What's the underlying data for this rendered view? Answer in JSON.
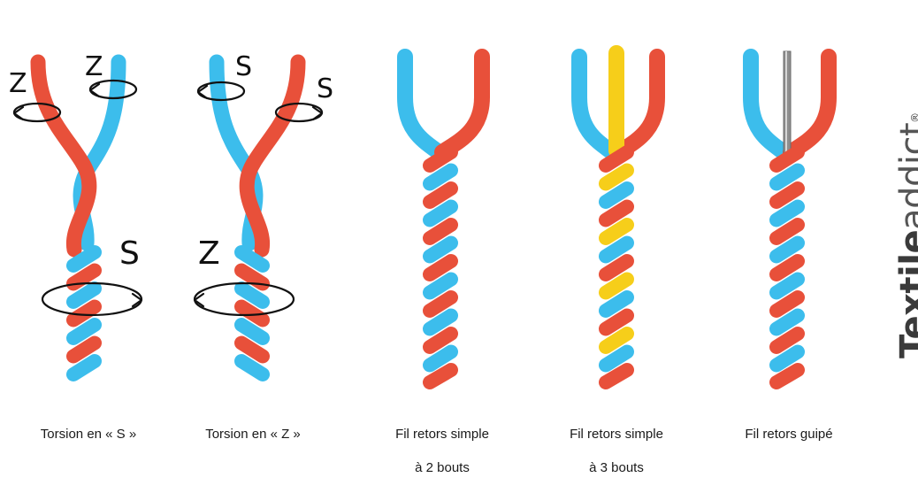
{
  "colors": {
    "red": "#E8503A",
    "blue": "#3CBDEC",
    "yellow": "#F6CE1A",
    "metal": "#8E8E8E",
    "text": "#1a1a1a"
  },
  "panels": [
    {
      "id": "torsion-s",
      "caption": [
        "Torsion en « S »"
      ],
      "top_labels": [
        "Z",
        "Z"
      ],
      "bottom_label": "S"
    },
    {
      "id": "torsion-z",
      "caption": [
        "Torsion en « Z »"
      ],
      "top_labels": [
        "S",
        "S"
      ],
      "bottom_label": "Z"
    },
    {
      "id": "fil-retors-2",
      "caption": [
        "Fil retors simple",
        "à 2 bouts"
      ]
    },
    {
      "id": "fil-retors-3",
      "caption": [
        "Fil retors simple",
        "à 3 bouts"
      ]
    },
    {
      "id": "fil-retors-guipe",
      "caption": [
        "Fil retors guipé"
      ]
    }
  ],
  "brand": {
    "bold": "Textile",
    "light": "addict",
    "mark": "®"
  }
}
